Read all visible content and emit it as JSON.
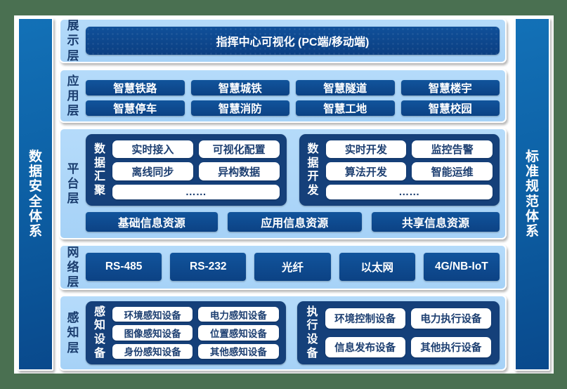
{
  "left_sidebar": {
    "title": "数据安全体系"
  },
  "right_sidebar": {
    "title": "标准规范体系"
  },
  "presentation_layer": {
    "label": "展示层",
    "main_box": "指挥中心可视化 (PC端/移动端)"
  },
  "application_layer": {
    "label": "应用层",
    "boxes": [
      "智慧铁路",
      "智慧城铁",
      "智慧隧道",
      "智慧楼宇",
      "智慧停车",
      "智慧消防",
      "智慧工地",
      "智慧校园"
    ]
  },
  "platform_layer": {
    "label": "平台层",
    "data_aggregation": {
      "title": "数据汇聚",
      "items": [
        "实时接入",
        "可视化配置",
        "离线同步",
        "异构数据",
        "……"
      ]
    },
    "data_development": {
      "title": "数据开发",
      "items": [
        "实时开发",
        "监控告警",
        "算法开发",
        "智能运维",
        "……"
      ]
    },
    "resources": [
      "基础信息资源",
      "应用信息资源",
      "共享信息资源"
    ]
  },
  "network_layer": {
    "label": "网络层",
    "boxes": [
      "RS-485",
      "RS-232",
      "光纤",
      "以太网",
      "4G/NB-IoT"
    ]
  },
  "perception_layer": {
    "label": "感知层",
    "sensing_devices": {
      "title": "感知设备",
      "items": [
        "环境感知设备",
        "电力感知设备",
        "图像感知设备",
        "位置感知设备",
        "身份感知设备",
        "其他感知设备"
      ]
    },
    "execution_devices": {
      "title": "执行设备",
      "items": [
        "环境控制设备",
        "电力执行设备",
        "信息发布设备",
        "其他执行设备"
      ]
    }
  },
  "colors": {
    "frame_green": "#4a7051",
    "panel_blue": "#abd5f8",
    "box_blue": "#0d4a8e",
    "container_navy": "#15407a",
    "sidebar_blue": "#0d63a8",
    "text_navy": "#1d3f71",
    "white": "#ffffff"
  }
}
